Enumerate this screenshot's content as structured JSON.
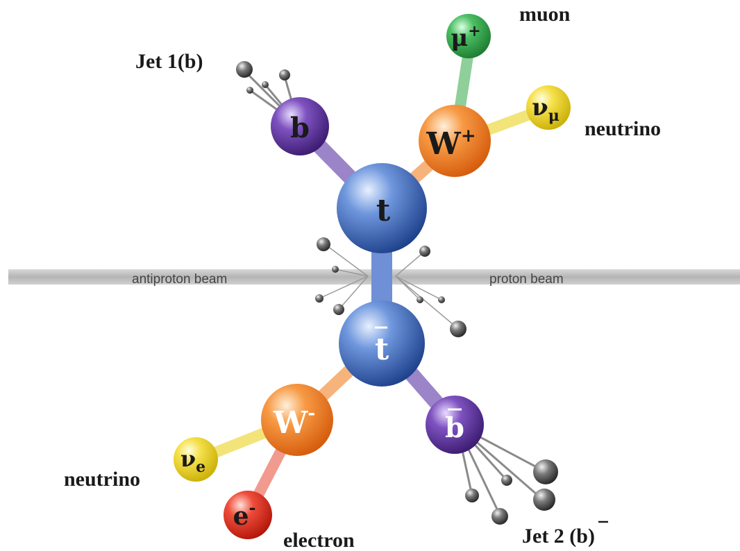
{
  "beams": {
    "left": "antiproton beam",
    "right": "proton beam"
  },
  "particles": {
    "top": "t",
    "antitop": "t",
    "bottom": "b",
    "antibottom": "b",
    "w_plus": "W",
    "w_plus_sup": "+",
    "w_minus": "W",
    "w_minus_sup": "-",
    "muon": "μ",
    "muon_sup": "+",
    "muon_neutrino": "ν",
    "muon_neutrino_sub": "μ",
    "electron": "e",
    "electron_sup": "-",
    "electron_neutrino": "ν",
    "electron_neutrino_sub": "e"
  },
  "labels": {
    "jet1": "Jet 1(b)",
    "jet2": "Jet 2 (b)",
    "muon": "muon",
    "neutrino_top": "neutrino",
    "neutrino_bottom": "neutrino",
    "electron": "electron"
  },
  "colors": {
    "top_quark": "#2f5fb8",
    "bottom_quark": "#5a2d96",
    "w_boson": "#f07a20",
    "muon": "#2fa046",
    "neutrino": "#f0d820",
    "electron": "#e02a1a",
    "beam": "#bfbfbf",
    "debris": "#555555"
  }
}
